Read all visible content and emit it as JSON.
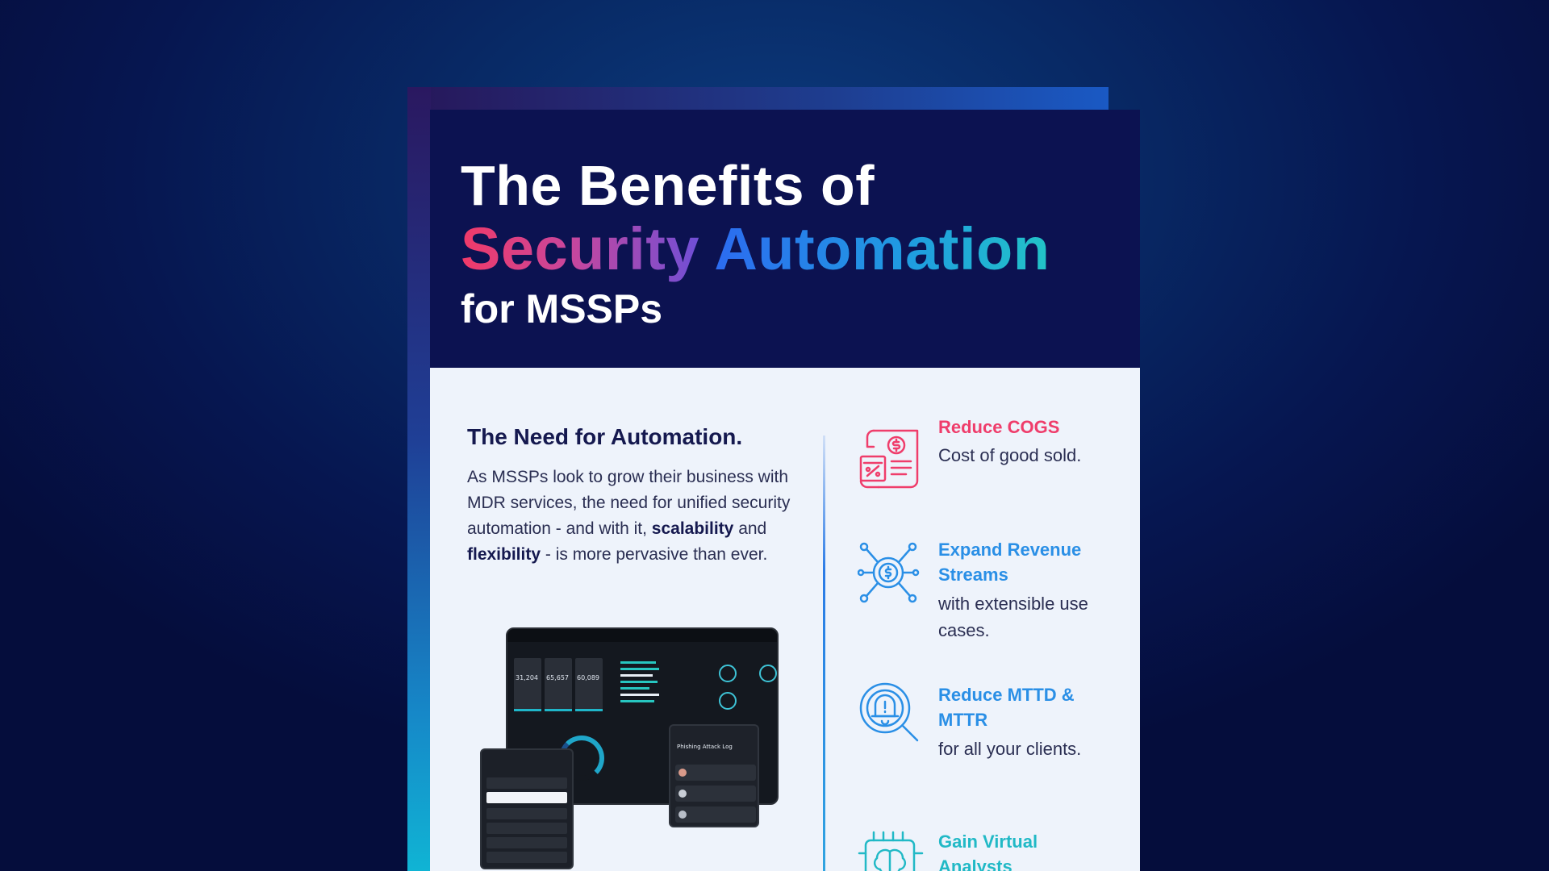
{
  "document": {
    "title_line1": "The Benefits of",
    "title_word_security": "Security",
    "title_word_automation": "Automation",
    "title_line3": "for MSSPs",
    "need_heading": "The Need for Automation.",
    "need_body_part1": "As MSSPs look to grow their business with MDR services, the need for unified security automation - and with it, ",
    "need_body_bold1": "scalability",
    "need_body_part2": " and ",
    "need_body_bold2": "flexibility",
    "need_body_part3": " - is more pervasive than ever.",
    "dashboard_kpis": [
      "31,204",
      "65,657",
      "60,089"
    ],
    "panel_title": "Phishing Attack Log"
  },
  "benefits": [
    {
      "title": "Reduce COGS",
      "description": "Cost of good sold.",
      "color": "#ef3d6b",
      "icon": "receipt-dollar-icon"
    },
    {
      "title": "Expand Revenue Streams",
      "description": "with extensible use cases.",
      "color": "#2a8fe6",
      "icon": "network-dollar-icon"
    },
    {
      "title": "Reduce MTTD & MTTR",
      "description": "for all your clients.",
      "color": "#2a8fe6",
      "icon": "alert-search-icon"
    },
    {
      "title": "Gain Virtual Analysts",
      "description": "",
      "color": "#21b9c6",
      "icon": "brain-chip-icon"
    }
  ]
}
